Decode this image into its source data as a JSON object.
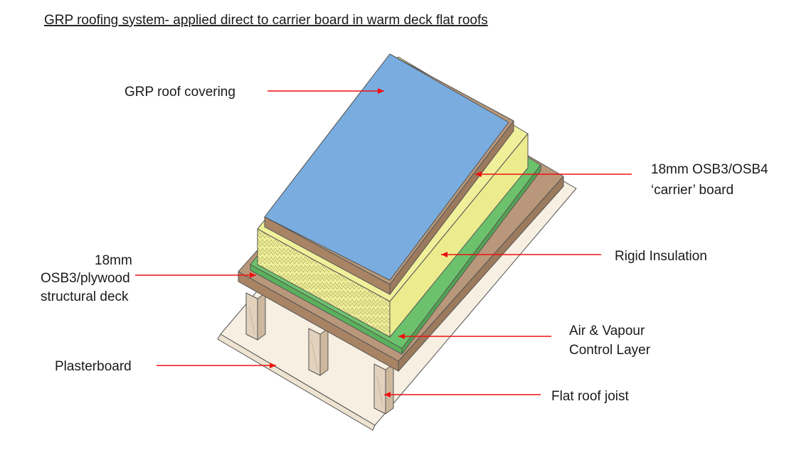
{
  "title": "GRP roofing system- applied direct to carrier board in warm deck flat roofs",
  "labels": {
    "grp_covering": "GRP roof covering",
    "carrier_board_1": "18mm OSB3/OSB4",
    "carrier_board_2": "‘carrier’ board",
    "rigid_insulation": "Rigid Insulation",
    "structural_deck_1": "18mm",
    "structural_deck_2": "OSB3/plywood",
    "structural_deck_3": "structural deck",
    "avcl_1": "Air & Vapour",
    "avcl_2": "Control Layer",
    "plasterboard": "Plasterboard",
    "joist": "Flat roof joist"
  },
  "colors": {
    "grp": "#7aaddf",
    "osb": "#b8977a",
    "insulation": "#f0f09a",
    "avcl": "#6cc26c",
    "plasterboard": "#f6efe2",
    "joist": "#e2d2bd",
    "arrow": "#ee1111"
  }
}
